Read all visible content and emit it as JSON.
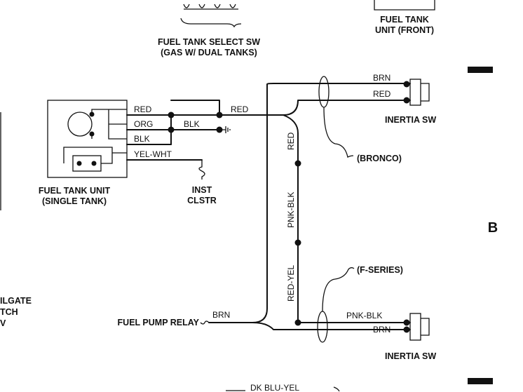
{
  "top": {
    "fuel_tank_unit_front_line1": "FUEL TANK",
    "fuel_tank_unit_front_line2": "UNIT (FRONT)",
    "select_sw_line1": "FUEL TANK SELECT SW",
    "select_sw_line2": "(GAS W/ DUAL TANKS)"
  },
  "tank_unit": {
    "title_line1": "FUEL TANK UNIT",
    "title_line2": "(SINGLE TANK)",
    "wires": [
      "RED",
      "ORG",
      "BLK",
      "YEL-WHT"
    ],
    "blk_jumper": "BLK",
    "red_out": "RED"
  },
  "inst_clstr": {
    "line1": "INST",
    "line2": "CLSTR"
  },
  "vertical_wires": {
    "red": "RED",
    "pnk_blk": "PNK-BLK",
    "red_yel": "RED-YEL"
  },
  "inertia_top": {
    "brn": "BRN",
    "red": "RED",
    "title": "INERTIA SW",
    "callout": "(BRONCO)"
  },
  "inertia_bottom": {
    "pnk_blk": "PNK-BLK",
    "brn": "BRN",
    "title": "INERTIA SW",
    "callout": "(F-SERIES)"
  },
  "relay": {
    "label": "FUEL PUMP RELAY",
    "wire": "BRN"
  },
  "left_cut": {
    "line1": "ILGATE",
    "line2": "TCH",
    "line3": "V"
  },
  "bottom_cut": {
    "text": "DK BLU-YEL"
  },
  "section_letter": "B"
}
